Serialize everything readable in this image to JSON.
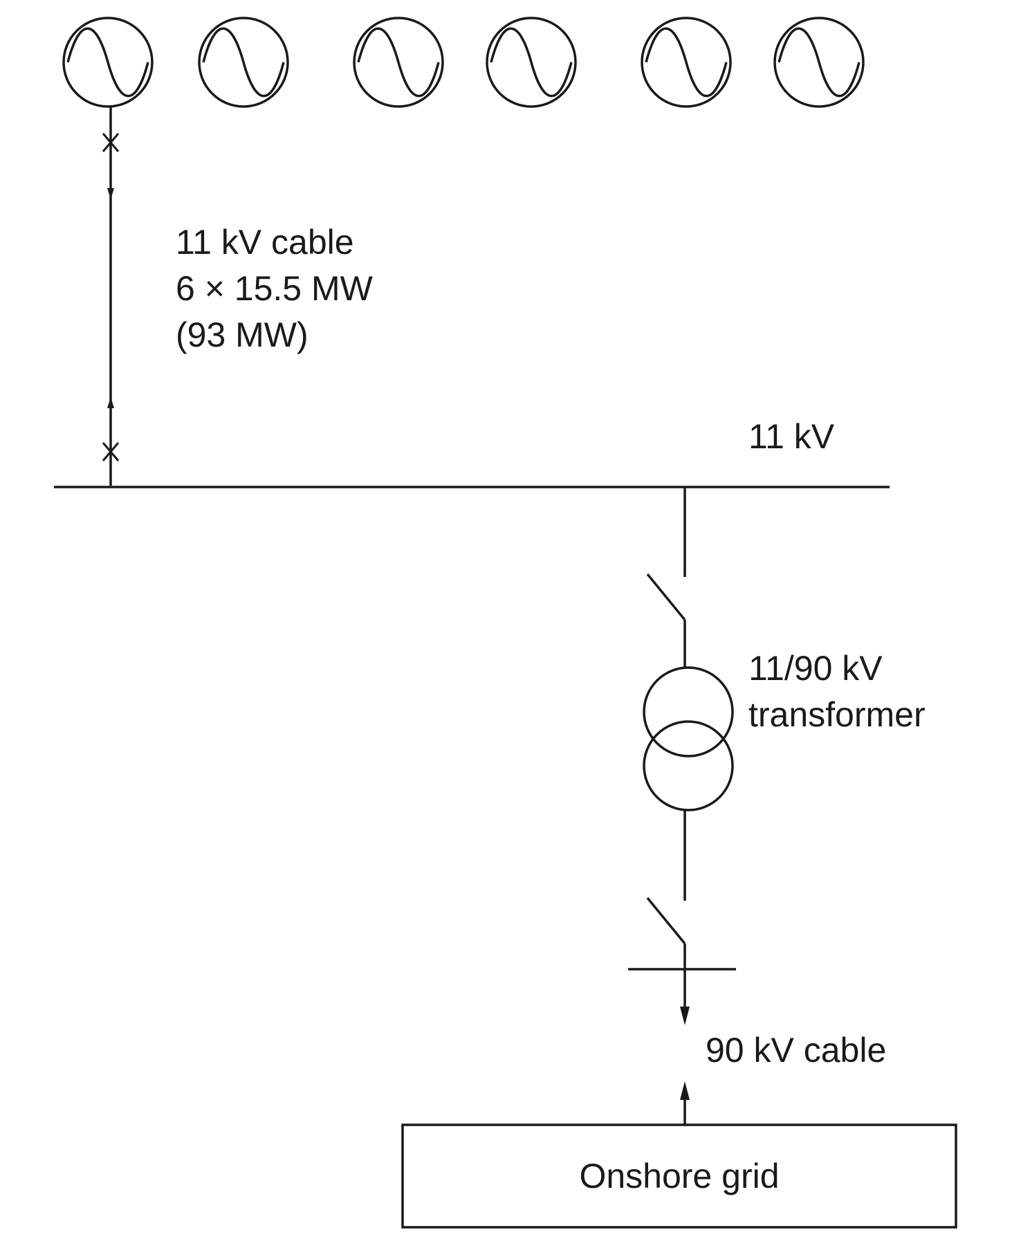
{
  "diagram": {
    "generator_count": 6,
    "cable_11kv": {
      "line1": "11 kV cable",
      "line2": "6 × 15.5 MW",
      "line3": "(93 MW)"
    },
    "busbar_label": "11 kV",
    "transformer": {
      "line1": "11/90 kV",
      "line2": "transformer"
    },
    "cable_90kv": "90 kV cable",
    "grid_label": "Onshore grid"
  }
}
